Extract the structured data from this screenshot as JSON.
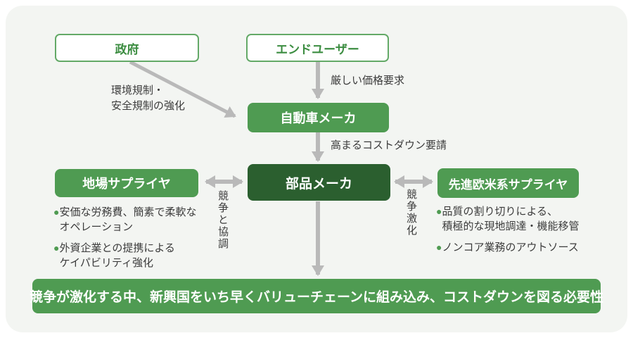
{
  "colors": {
    "panel_bg": "#f3f5f2",
    "green_medium": "#4f9b52",
    "green_dark": "#2b5f2f",
    "green_border": "#63a967",
    "green_text": "#3c8d41",
    "arrow_gray": "#b9b9b9",
    "body_text": "#3c3c3c"
  },
  "nodes": {
    "government": {
      "label": "政府"
    },
    "end_user": {
      "label": "エンドユーザー"
    },
    "auto_maker": {
      "label": "自動車メーカ"
    },
    "parts_maker": {
      "label": "部品メーカ"
    },
    "local_supplier": {
      "label": "地場サプライヤ"
    },
    "western_supplier": {
      "label": "先進欧米系サプライヤ"
    }
  },
  "edge_labels": {
    "gov_to_auto": "環境規制・\n安全規制の強化",
    "user_to_auto": "厳しい価格要求",
    "auto_to_parts": "高まるコストダウン要請",
    "parts_vs_local": "競争と協調",
    "parts_vs_western": "競争激化"
  },
  "bullets": {
    "local": [
      "安価な労務費、簡素で柔軟な\nオペレーション",
      "外資企業との提携による\nケイパビリティ強化"
    ],
    "western": [
      "品質の割り切りによる、\n積極的な現地調達・機能移管",
      "ノンコア業務のアウトソース"
    ],
    "dot_glyph": "●"
  },
  "conclusion": "競争が激化する中、新興国をいち早くバリューチェーンに組み込み、コストダウンを図る必要性"
}
